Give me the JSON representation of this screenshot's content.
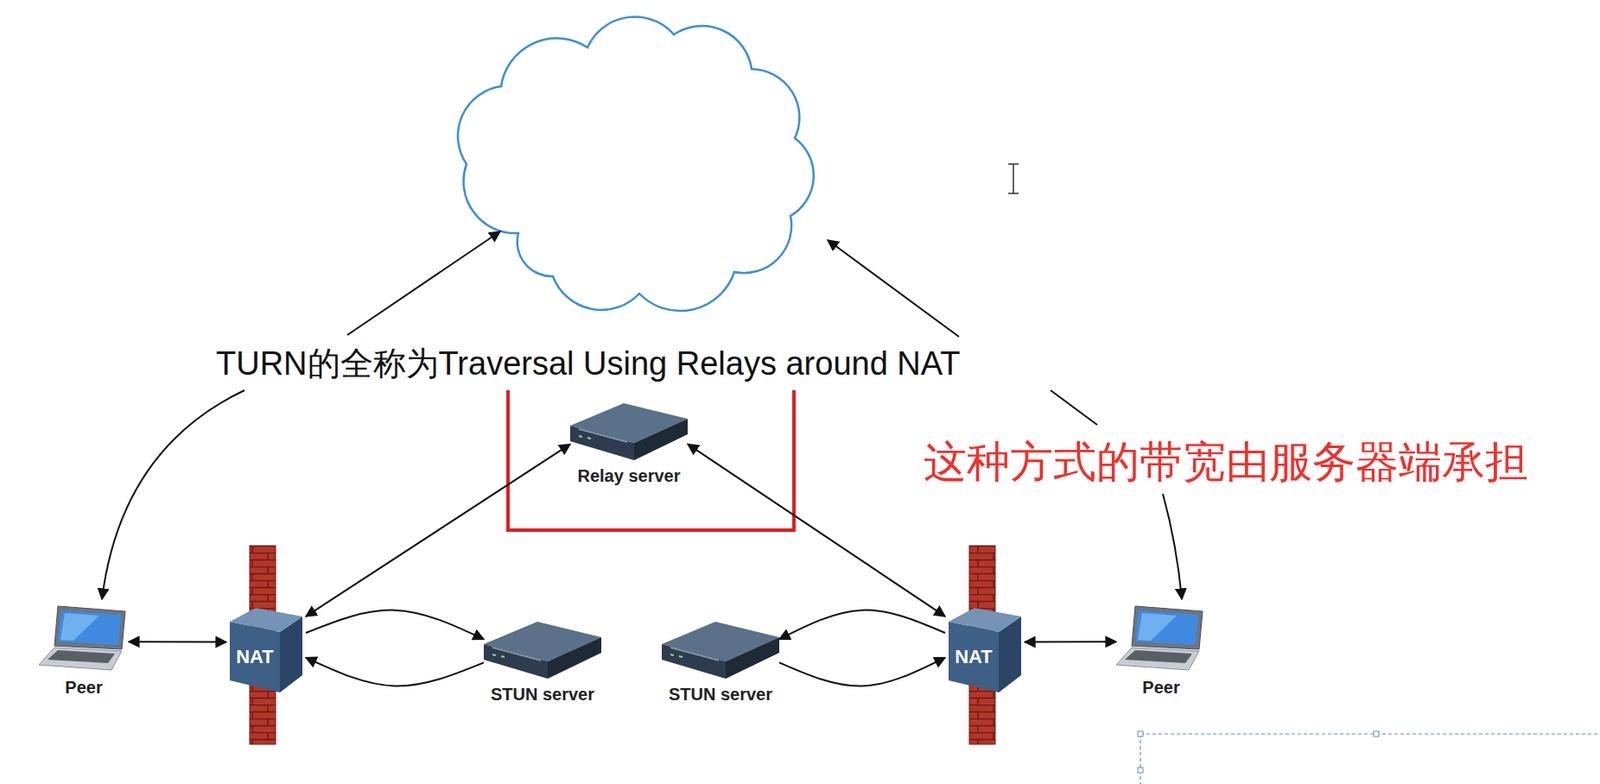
{
  "diagram": {
    "nodes": [
      {
        "text": [
          "Relay server"
        ]
      },
      {
        "text": [
          "Peer"
        ]
      },
      {
        "text": [
          "NAT"
        ]
      },
      {
        "text": [
          "STUN server"
        ]
      },
      {
        "text": [
          "STUN server"
        ]
      },
      {
        "text": [
          "NAT"
        ]
      },
      {
        "text": [
          "Peer"
        ]
      }
    ],
    "edges": [
      {
        "from": 1,
        "to": 2,
        "arrow": "both"
      },
      {
        "from": 2,
        "to": 0,
        "arrow": "both"
      },
      {
        "from": 2,
        "to": 3,
        "arrow": "to"
      },
      {
        "from": 3,
        "to": 2,
        "arrow": "to"
      },
      {
        "from": 5,
        "to": 0,
        "arrow": "both"
      },
      {
        "from": 5,
        "to": 4,
        "arrow": "to"
      },
      {
        "from": 4,
        "to": 5,
        "arrow": "to"
      },
      {
        "from": 5,
        "to": 6,
        "arrow": "both"
      }
    ],
    "labels": [
      "TURN的全称为Traversal Using Relays around NAT",
      "这种方式的带宽由服务器端承担"
    ]
  }
}
